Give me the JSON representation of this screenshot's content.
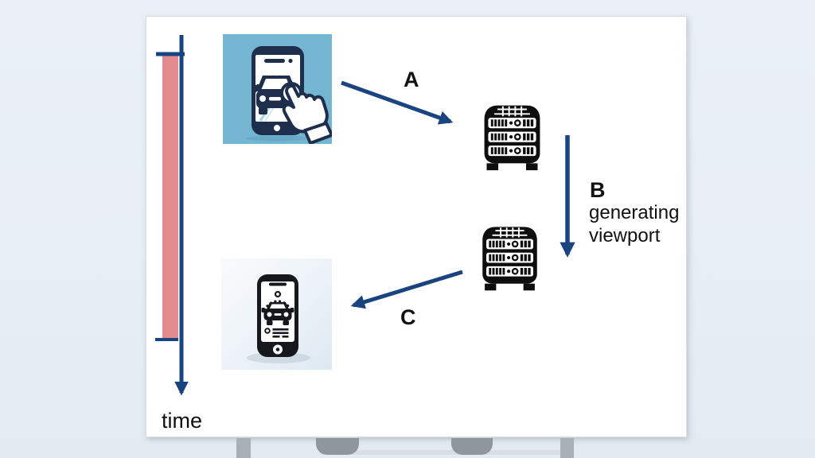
{
  "labels": {
    "edge_a": "A",
    "edge_b": "B",
    "edge_b_note": "generating viewport",
    "edge_c": "C",
    "time_axis": "time"
  },
  "icons": {
    "top_left_node": "phone-car-tap-icon",
    "upper_middle_node": "server-rack-icon",
    "lower_middle_node": "server-rack-icon",
    "bottom_left_node": "phone-car-result-icon",
    "axis": "down-arrow-timeline-icon"
  },
  "colors": {
    "arrow_blue": "#1a4480",
    "duration_bar_pink": "#e28c90",
    "icon_black": "#0e0e0e",
    "phone_tap_background": "#74b6d2",
    "phone_navy": "#1d2f4d",
    "panel_background": "#ffffff",
    "page_background": "#e9eff5",
    "text": "#111111"
  }
}
